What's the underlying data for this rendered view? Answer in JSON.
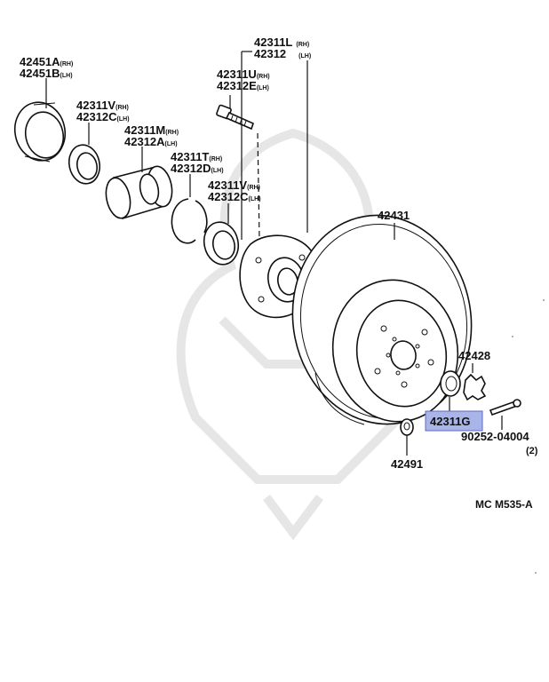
{
  "callouts": [
    {
      "code": "42451A",
      "suffix": "(RH)"
    },
    {
      "code": "42451B",
      "suffix": "(LH)"
    },
    {
      "code": "42311V",
      "suffix": "(RH)"
    },
    {
      "code": "42312C",
      "suffix": "(LH)"
    },
    {
      "code": "42311M",
      "suffix": "(RH)"
    },
    {
      "code": "42312A",
      "suffix": "(LH)"
    },
    {
      "code": "42311T",
      "suffix": "(RH)"
    },
    {
      "code": "42312D",
      "suffix": "(LH)"
    },
    {
      "code": "42311V",
      "suffix": "(RH)"
    },
    {
      "code": "42312C",
      "suffix": "(LH)"
    },
    {
      "code": "42311U",
      "suffix": "(RH)"
    },
    {
      "code": "42312E",
      "suffix": "(LH)"
    },
    {
      "code": "42311L",
      "suffix": "(RH)"
    },
    {
      "code": "42312",
      "suffix": "(LH)"
    },
    {
      "code": "42431",
      "suffix": ""
    },
    {
      "code": "42428",
      "suffix": ""
    },
    {
      "code": "42311G",
      "suffix": ""
    },
    {
      "code": "90252-04004",
      "suffix": ""
    },
    {
      "code": "(2)",
      "suffix": ""
    },
    {
      "code": "42491",
      "suffix": ""
    }
  ],
  "figure_code": "MC M535-A",
  "highlight_color": "#a9b4e8"
}
